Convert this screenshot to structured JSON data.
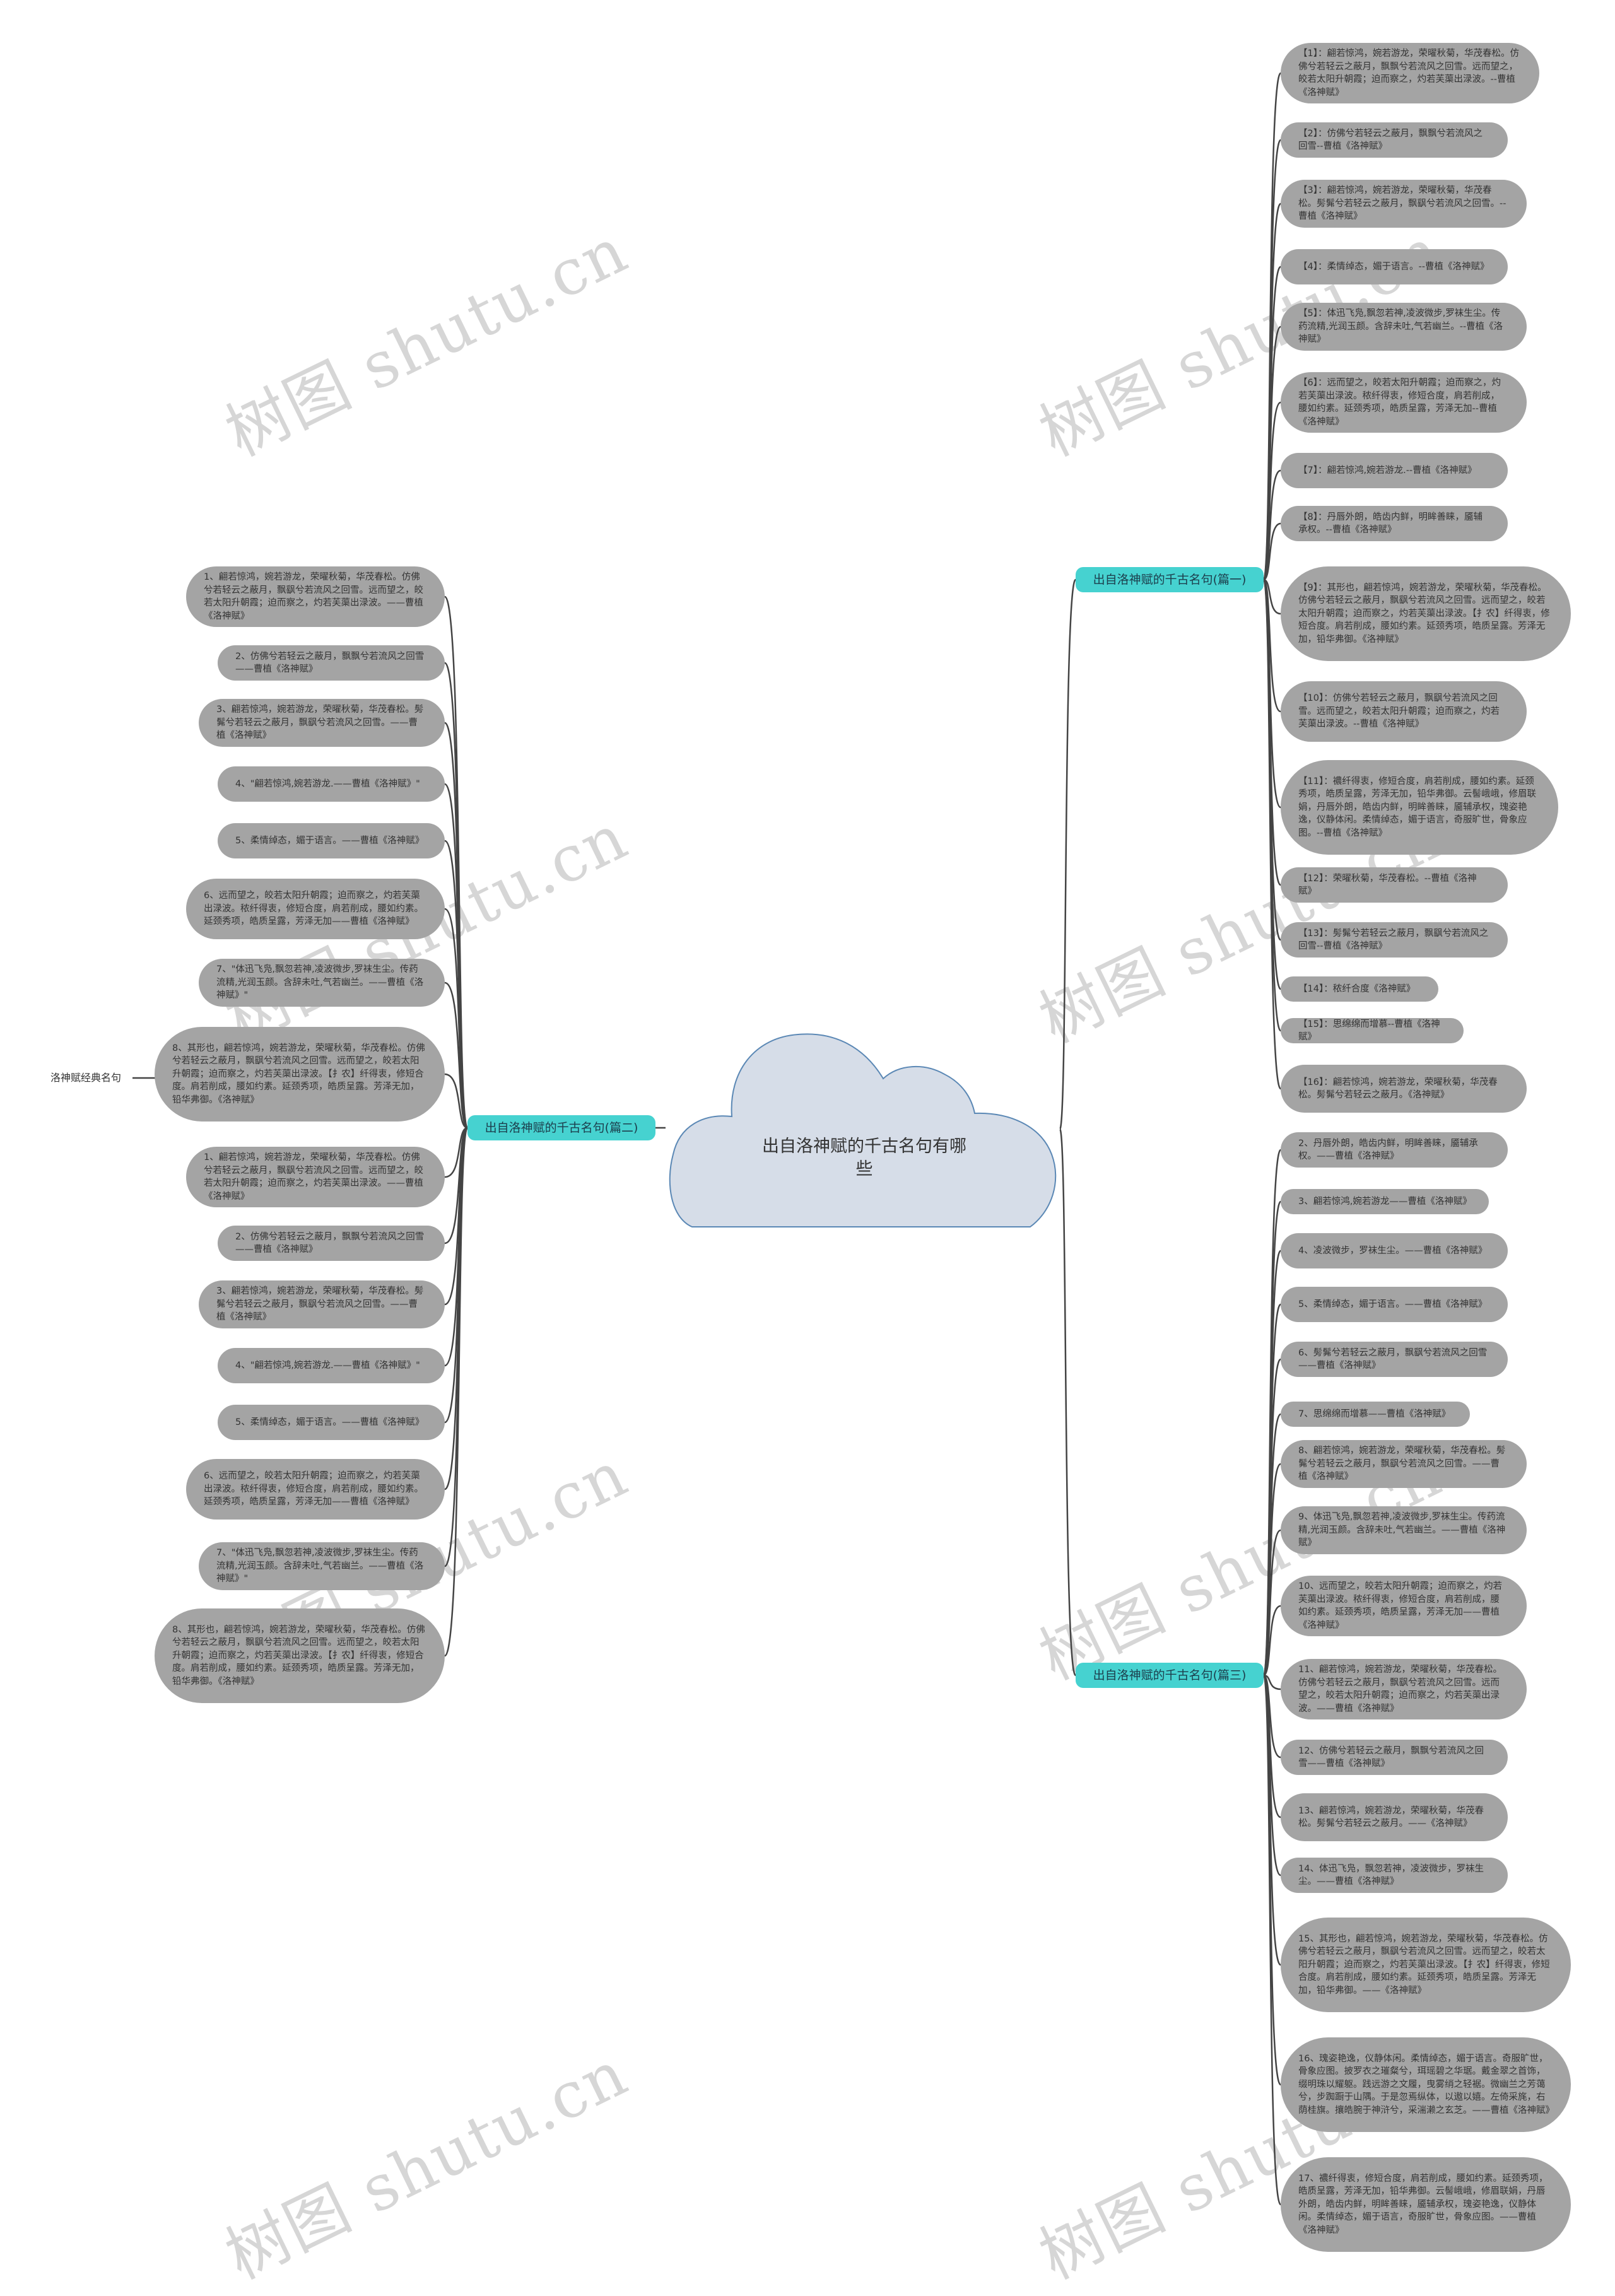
{
  "watermark_text": "树图 shutu.cn",
  "root": {
    "title": "出自洛神赋的千古名句有哪些"
  },
  "colors": {
    "branch": "#46d2d0",
    "leaf": "#a4a4a4",
    "cloud": "#d6dde8",
    "cloud_stroke": "#5b88b5",
    "line": "#444444"
  },
  "left_label": "洛神赋经典名句",
  "branches": [
    {
      "label": "出自洛神赋的千古名句(篇一)",
      "items": [
        "【1】：翩若惊鸿，婉若游龙，荣曜秋菊，华茂春松。仿佛兮若轻云之蔽月，飘飘兮若流风之回雪。远而望之，皎若太阳升朝霞；迫而察之，灼若芙蕖出渌波。--曹植《洛神赋》",
        "【2】：仿佛兮若轻云之蔽月，飘飘兮若流风之回雪--曹植《洛神赋》",
        "【3】：翩若惊鸿，婉若游龙，荣曜秋菊，华茂春松。髣髴兮若轻云之蔽月，飘飖兮若流风之回雪。--曹植《洛神赋》",
        "【4】：柔情绰态，媚于语言。--曹植《洛神赋》",
        "【5】：体迅飞凫,飘忽若神,凌波微步,罗袜生尘。传药流精,光润玉颜。含辞未吐,气若幽兰。--曹植《洛神赋》",
        "【6】：远而望之，皎若太阳升朝霞；迫而察之，灼若芙蕖出渌波。秾纤得衷，修短合度，肩若削成，腰如约素。延颈秀项，皓质呈露，芳泽无加--曹植《洛神赋》",
        "【7】：翩若惊鸿,婉若游龙.--曹植《洛神赋》",
        "【8】：丹唇外朗，皓齿内鲜，明眸善睐，靥辅承权。--曹植《洛神赋》",
        "【9】：其形也，翩若惊鸿，婉若游龙，荣曜秋菊，华茂春松。仿佛兮若轻云之蔽月，飘飖兮若流风之回雪。远而望之，皎若太阳升朝霞；迫而察之，灼若芙蕖出渌波。【扌农】纤得衷，修短合度。肩若削成，腰如约素。延颈秀项，皓质呈露。芳泽无加，铅华弗御。《洛神赋》",
        "【10】：仿佛兮若轻云之蔽月，飘飖兮若流风之回雪。远而望之，皎若太阳升朝霞；迫而察之，灼若芙蕖出渌波。--曹植《洛神赋》",
        "【11】：襛纤得衷，修短合度，肩若削成，腰如约素。延颈秀项，皓质呈露，芳泽无加，铅华弗御。云髻峨峨，修眉联娟，丹唇外朗，皓齿内鲜，明眸善睐，靥辅承权，瑰姿艳逸，仪静体闲。柔情绰态，媚于语言，奇服旷世，骨象应图。--曹植《洛神赋》",
        "【12】：荣曜秋菊，华茂春松。--曹植《洛神赋》",
        "【13】：髣髴兮若轻云之蔽月，飘飖兮若流风之回雪--曹植《洛神赋》",
        "【14】：秾纤合度《洛神赋》",
        "【15】：思绵绵而增慕--曹植《洛神赋》",
        "【16】：翩若惊鸿，婉若游龙，荣曜秋菊，华茂春松。髣髴兮若轻云之蔽月。《洛神赋》"
      ]
    },
    {
      "label": "出自洛神赋的千古名句(篇二)",
      "items": [
        "1、翩若惊鸿，婉若游龙，荣曜秋菊，华茂春松。仿佛兮若轻云之蔽月，飘飖兮若流风之回雪。远而望之，皎若太阳升朝霞；迫而察之，灼若芙蕖出渌波。——曹植《洛神赋》",
        "2、仿佛兮若轻云之蔽月，飘飘兮若流风之回雪——曹植《洛神赋》",
        "3、翩若惊鸿，婉若游龙，荣曜秋菊，华茂春松。髣髴兮若轻云之蔽月，飘飖兮若流风之回雪。——曹植《洛神赋》",
        "4、\"翩若惊鸿,婉若游龙.——曹植《洛神赋》\"",
        "5、柔情绰态，媚于语言。——曹植《洛神赋》",
        "6、远而望之，皎若太阳升朝霞；迫而察之，灼若芙蕖出渌波。秾纤得衷，修短合度，肩若削成，腰如约素。延颈秀项，皓质呈露，芳泽无加——曹植《洛神赋》",
        "7、\"体迅飞凫,飘忽若神,凌波微步,罗袜生尘。传药流精,光润玉颜。含辞未吐,气若幽兰。——曹植《洛神赋》\"",
        "8、其形也，翩若惊鸿，婉若游龙，荣曜秋菊，华茂春松。仿佛兮若轻云之蔽月，飘飖兮若流风之回雪。远而望之，皎若太阳升朝霞；迫而察之，灼若芙蕖出渌波。【扌农】纤得衷，修短合度。肩若削成，腰如约素。延颈秀项，皓质呈露。芳泽无加，铅华弗御。《洛神赋》",
        "1、翩若惊鸿，婉若游龙，荣曜秋菊，华茂春松。仿佛兮若轻云之蔽月，飘飖兮若流风之回雪。远而望之，皎若太阳升朝霞；迫而察之，灼若芙蕖出渌波。——曹植《洛神赋》",
        "2、仿佛兮若轻云之蔽月，飘飘兮若流风之回雪——曹植《洛神赋》",
        "3、翩若惊鸿，婉若游龙，荣曜秋菊，华茂春松。髣髴兮若轻云之蔽月，飘飖兮若流风之回雪。——曹植《洛神赋》",
        "4、\"翩若惊鸿,婉若游龙.——曹植《洛神赋》\"",
        "5、柔情绰态，媚于语言。——曹植《洛神赋》",
        "6、远而望之，皎若太阳升朝霞；迫而察之，灼若芙蕖出渌波。秾纤得衷，修短合度，肩若削成，腰如约素。延颈秀项，皓质呈露，芳泽无加——曹植《洛神赋》",
        "7、\"体迅飞凫,飘忽若神,凌波微步,罗袜生尘。传药流精,光润玉颜。含辞未吐,气若幽兰。——曹植《洛神赋》\"",
        "8、其形也，翩若惊鸿，婉若游龙，荣曜秋菊，华茂春松。仿佛兮若轻云之蔽月，飘飖兮若流风之回雪。远而望之，皎若太阳升朝霞；迫而察之，灼若芙蕖出渌波。【扌农】纤得衷，修短合度。肩若削成，腰如约素。延颈秀项，皓质呈露。芳泽无加，铅华弗御。《洛神赋》"
      ]
    },
    {
      "label": "出自洛神赋的千古名句(篇三)",
      "items": [
        "2、丹唇外朗，皓齿内鲜，明眸善睐，靥辅承权。——曹植《洛神赋》",
        "3、翩若惊鸿,婉若游龙——曹植《洛神赋》",
        "4、凌波微步，罗袜生尘。——曹植《洛神赋》",
        "5、柔情绰态，媚于语言。——曹植《洛神赋》",
        "6、髣髴兮若轻云之蔽月，飘飖兮若流风之回雪——曹植《洛神赋》",
        "7、思绵绵而增慕——曹植《洛神赋》",
        "8、翩若惊鸿，婉若游龙，荣曜秋菊，华茂春松。髣髴兮若轻云之蔽月，飘飖兮若流风之回雪。——曹植《洛神赋》",
        "9、体迅飞凫,飘忽若神,凌波微步,罗袜生尘。传药流精,光润玉颜。含辞未吐,气若幽兰。——曹植《洛神赋》",
        "10、远而望之，皎若太阳升朝霞；迫而察之，灼若芙蕖出渌波。秾纤得衷，修短合度，肩若削成，腰如约素。延颈秀项，皓质呈露，芳泽无加——曹植《洛神赋》",
        "11、翩若惊鸿，婉若游龙，荣曜秋菊，华茂春松。仿佛兮若轻云之蔽月，飘飖兮若流风之回雪。远而望之，皎若太阳升朝霞；迫而察之，灼若芙蕖出渌波。——曹植《洛神赋》",
        "12、仿佛兮若轻云之蔽月，飘飘兮若流风之回雪——曹植《洛神赋》",
        "13、翩若惊鸿，婉若游龙，荣曜秋菊，华茂春松。髣髴兮若轻云之蔽月。——《洛神赋》",
        "14、体迅飞凫，飘忽若神，凌波微步，罗袜生尘。——曹植《洛神赋》",
        "15、其形也，翩若惊鸿，婉若游龙，荣曜秋菊，华茂春松。仿佛兮若轻云之蔽月，飘飖兮若流风之回雪。远而望之，皎若太阳升朝霞；迫而察之，灼若芙蕖出渌波。【扌农】纤得衷，修短合度。肩若削成，腰如约素。延颈秀项，皓质呈露。芳泽无加，铅华弗御。——《洛神赋》",
        "16、瑰姿艳逸，仪静体闲。柔情绰态，媚于语言。奇服旷世，骨象应图。披罗衣之璀粲兮，珥瑶碧之华琚。戴金翠之首饰，缀明珠以耀躯。践远游之文履，曳雾绡之轻裾。微幽兰之芳蔼兮，步踟蹰于山隅。于是忽焉纵体，以遨以嬉。左倚采旄，右荫桂旗。攘皓腕于神浒兮，采湍濑之玄芝。——曹植《洛神赋》",
        "17、襛纤得衷，修短合度，肩若削成，腰如约素。延颈秀项，皓质呈露，芳泽无加，铅华弗御。云髻峨峨，修眉联娟，丹唇外朗，皓齿内鲜，明眸善睐，靥辅承权，瑰姿艳逸，仪静体闲。柔情绰态，媚于语言，奇服旷世，骨象应图。——曹植《洛神赋》"
      ]
    }
  ]
}
